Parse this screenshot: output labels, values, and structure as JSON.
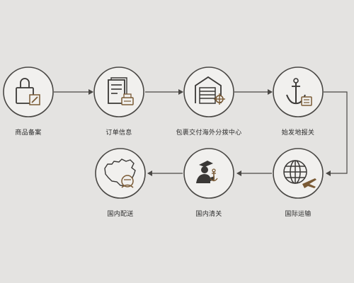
{
  "colors": {
    "background": "#e4e3e1",
    "outline": "#4a4845",
    "accent": "#7a5a35",
    "circle_fill": "#f1f0ee"
  },
  "steps": [
    {
      "label": "商品备案",
      "icon": "shopping-bag-with-pen-icon"
    },
    {
      "label": "订单信息",
      "icon": "document-with-printer-icon"
    },
    {
      "label": "包裹交付海外分拨中心",
      "icon": "warehouse-with-crosshair-icon"
    },
    {
      "label": "始发地报关",
      "icon": "anchor-with-form-icon"
    },
    {
      "label": "国际运输",
      "icon": "globe-with-airplane-icon"
    },
    {
      "label": "国内清关",
      "icon": "customs-officer-with-anchor-icon"
    },
    {
      "label": "国内配送",
      "icon": "china-map-with-courier-icon"
    }
  ]
}
